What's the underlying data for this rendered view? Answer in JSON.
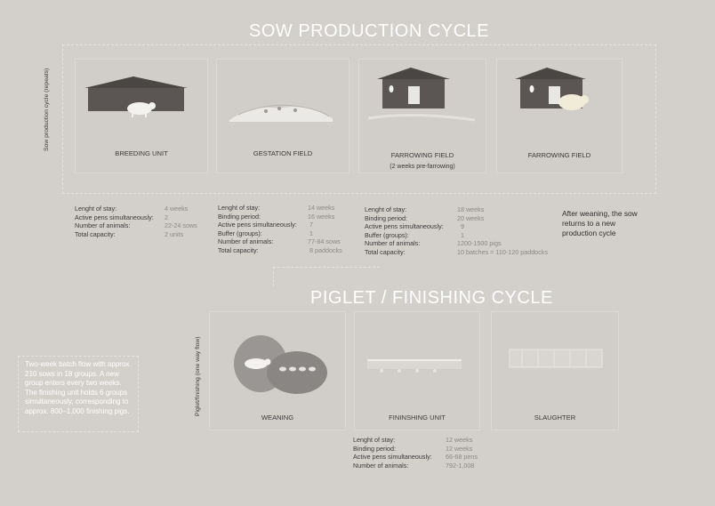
{
  "sow_cycle": {
    "title": "SOW PRODUCTION CYCLE",
    "side_label": "Sow production cycle (repeats)",
    "cards": [
      {
        "label": "BREEDING UNIT",
        "icon": "barn-with-pig-icon"
      },
      {
        "label": "GESTATION FIELD",
        "icon": "field-shelter-icon"
      },
      {
        "label": "FARROWING FIELD",
        "sub": "(2 weeks pre-farrowing)",
        "icon": "barn-with-door-icon"
      },
      {
        "label": "FARROWING FIELD",
        "icon": "barn-with-sow-icon"
      }
    ],
    "stats": {
      "breeding": [
        {
          "k": "Lenght of stay:",
          "v": "4 weeks"
        },
        {
          "k": "Active pens simultaneously:",
          "v": "2"
        },
        {
          "k": "Number of animals:",
          "v": "22-24 sows"
        },
        {
          "k": "Total capacity:",
          "v": "2 units"
        }
      ],
      "gestation": [
        {
          "k": "Lenght of stay:",
          "v": "14 weeks"
        },
        {
          "k": "Binding period:",
          "v": "16 weeks"
        },
        {
          "k": "Active pens simultaneously:",
          "v": "7"
        },
        {
          "k": "Buffer (groups):",
          "v": "1"
        },
        {
          "k": "Number of animals:",
          "v": "77-84 sows"
        },
        {
          "k": "Total capacity:",
          "v": "8 paddocks"
        }
      ],
      "farrowing": [
        {
          "k": "Lenght of stay:",
          "v": "18 weeks"
        },
        {
          "k": "Binding period:",
          "v": "20 weeks"
        },
        {
          "k": "Active pens simultaneously:",
          "v": "9"
        },
        {
          "k": "Buffer (groups):",
          "v": "1"
        },
        {
          "k": "Number of animals:",
          "v": "1200-1500 pigs"
        },
        {
          "k": "Total capacity:",
          "v": "10 batches = 110-120 paddocks"
        }
      ]
    },
    "return_note": "After weaning, the sow returns to a new production cycle"
  },
  "piglet_cycle": {
    "title": "PIGLET / FINISHING CYCLE",
    "side_label": "Piglet/finishing (one way flow)",
    "cards": [
      {
        "label": "WEANING",
        "icon": "weaning-pigs-icon"
      },
      {
        "label": "FININSHING UNIT",
        "icon": "finishing-shed-icon"
      },
      {
        "label": "SLAUGHTER",
        "icon": "slaughter-building-icon"
      }
    ],
    "stats": [
      {
        "k": "Lenght of stay:",
        "v": "12 weeks"
      },
      {
        "k": "Binding period:",
        "v": "12 weeks"
      },
      {
        "k": "Active pens simultaneously:",
        "v": "66-68 pens"
      },
      {
        "k": "Number of animals:",
        "v": "792-1,008"
      }
    ],
    "batch_note": "Two-week batch flow with approx. 210 sows in 18 groups. A new group enters every two weeks. The finishing unit holds 6 groups simultaneously, corresponding to approx. 800–1,000 finishing pigs."
  },
  "colors": {
    "background": "#d3cfcb",
    "card": "#d1cdc9",
    "roof": "#4a4644",
    "title": "#ffffff",
    "muted_value": "#8c8884"
  }
}
